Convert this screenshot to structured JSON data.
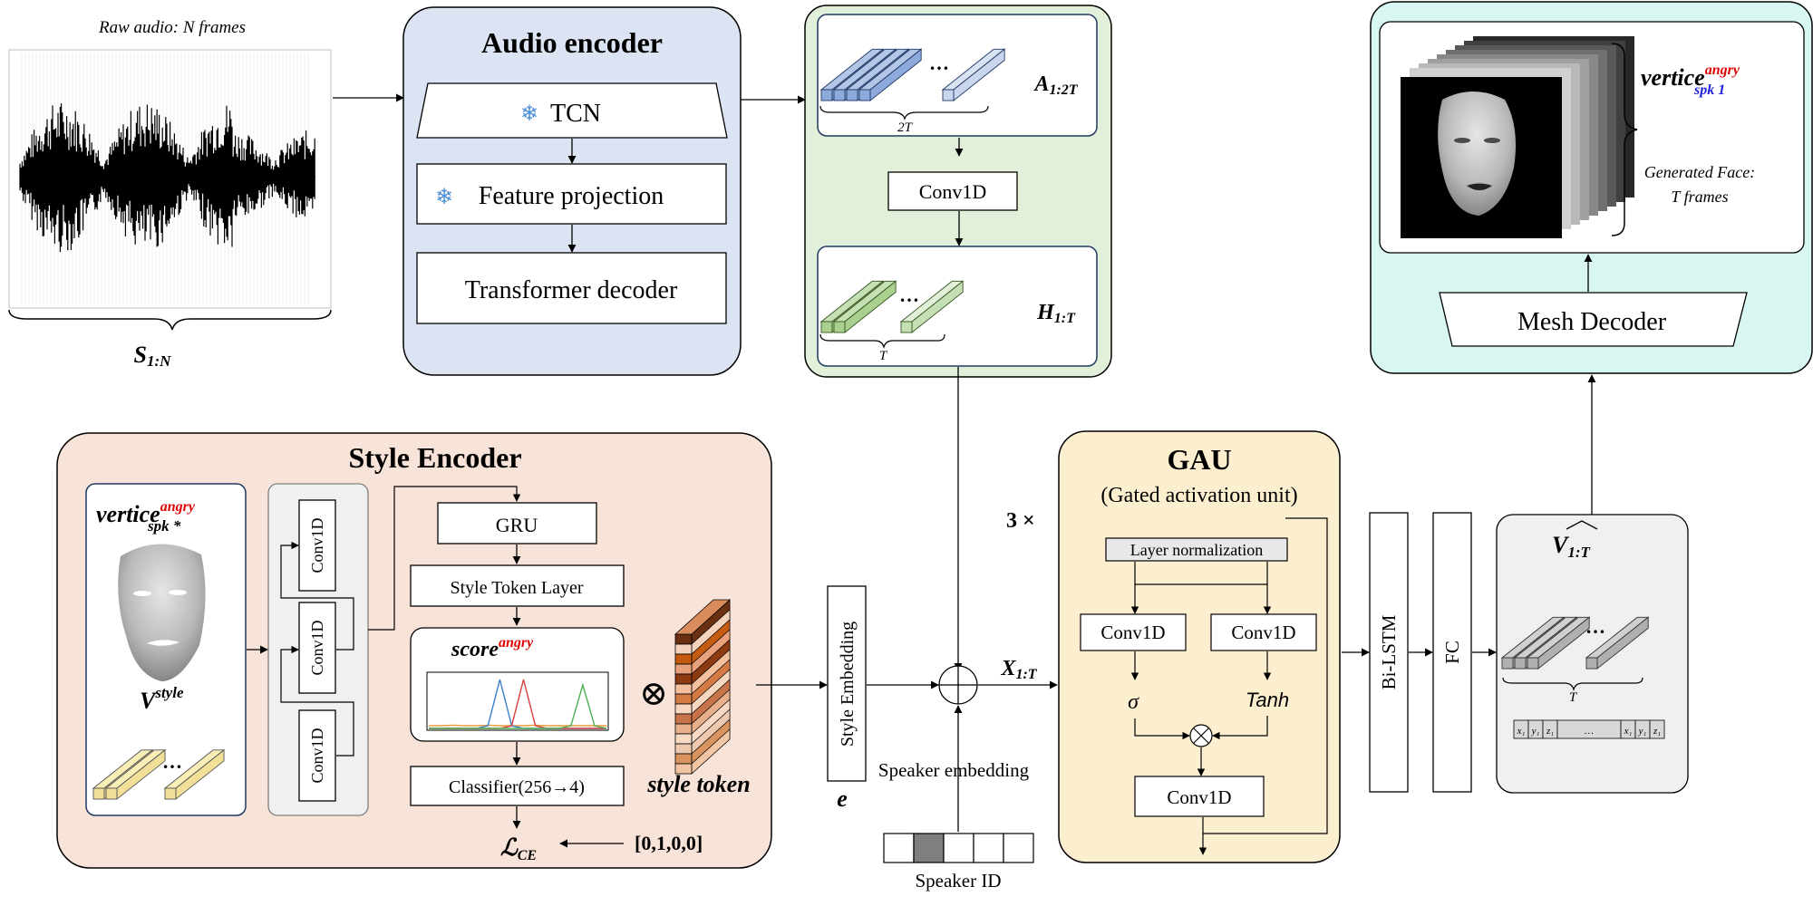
{
  "raw_audio": {
    "caption": "Raw audio: N frames",
    "symbol_main": "S",
    "symbol_sub": "1:N"
  },
  "audio_encoder": {
    "title": "Audio encoder",
    "tcn": "TCN",
    "feature_projection": "Feature projection",
    "transformer_decoder": "Transformer decoder",
    "snowflake": "❄"
  },
  "features": {
    "a_main": "A",
    "a_sub": "1:2T",
    "a_brace": "2T",
    "conv1d": "Conv1D",
    "h_main": "H",
    "h_sub": "1:T",
    "h_brace": "T",
    "ellipsis": "…"
  },
  "output": {
    "vertice_word": "vertice",
    "vertice_sup": "angry",
    "vertice_sub": "spk 1",
    "generated_line1": "Generated Face:",
    "generated_line2": "T frames",
    "mesh_decoder": "Mesh Decoder"
  },
  "style_encoder": {
    "title": "Style Encoder",
    "vertice_word": "vertice",
    "vertice_sup": "angry",
    "vertice_sub": "spk *",
    "v_main": "V",
    "v_sup": "style",
    "conv1d": "Conv1D",
    "gru": "GRU",
    "style_token_layer": "Style Token Layer",
    "score_word": "score",
    "score_sup": "angry",
    "classifier": "Classifier(256→4)",
    "style_token": "style token",
    "loss_main": "ℒ",
    "loss_sub": "CE",
    "label_vector": "[0,1,0,0]",
    "otimes": "⊗"
  },
  "middle": {
    "style_embedding": "Style Embedding",
    "e": "e",
    "x_main": "X",
    "x_sub": "1:T",
    "speaker_embedding": "Speaker embedding",
    "speaker_id": "Speaker ID"
  },
  "gau": {
    "title": "GAU",
    "subtitle": "(Gated activation unit)",
    "repeat": "3 ×",
    "layer_norm": "Layer normalization",
    "conv1d_left": "Conv1D",
    "conv1d_right": "Conv1D",
    "sigma": "σ",
    "tanh": "Tanh",
    "conv1d_bottom": "Conv1D"
  },
  "tail": {
    "bilstm": "Bi-LSTM",
    "fc": "FC",
    "v_main": "V",
    "v_sub": "1:T",
    "brace": "T",
    "cells": [
      "x₁",
      "y₁",
      "z₁",
      "…",
      "x₁",
      "y₁",
      "z₁"
    ]
  },
  "colors": {
    "audio_panel": "#dce3f3",
    "feature_panel": "#e2f0d9",
    "output_panel": "#d8f7f3",
    "style_panel": "#f8e3d9",
    "gau_panel": "#fcefcf",
    "tail_panel": "#f0f0f0",
    "title_red": "#e00000",
    "title_blue": "#2020e0"
  },
  "chart_data": {
    "type": "line",
    "title": "",
    "xlabel": "",
    "ylabel": "",
    "series": [
      {
        "values": [
          0.05,
          0.05,
          0.06,
          0.05,
          0.05,
          0.06,
          0.05,
          0.05,
          0.05,
          0.06,
          0.05,
          0.05,
          0.05,
          0.05,
          0.05,
          0.05
        ]
      },
      {
        "values": [
          0,
          0,
          0,
          0,
          0,
          0.05,
          0.9,
          0.05,
          0,
          0,
          0,
          0,
          0,
          0,
          0,
          0
        ]
      },
      {
        "values": [
          0,
          0,
          0,
          0,
          0,
          0,
          0,
          0.05,
          0.9,
          0.05,
          0,
          0,
          0,
          0,
          0,
          0
        ]
      },
      {
        "values": [
          0,
          0,
          0,
          0,
          0,
          0,
          0,
          0,
          0,
          0,
          0,
          0,
          0.05,
          0.8,
          0.05,
          0
        ]
      }
    ]
  }
}
